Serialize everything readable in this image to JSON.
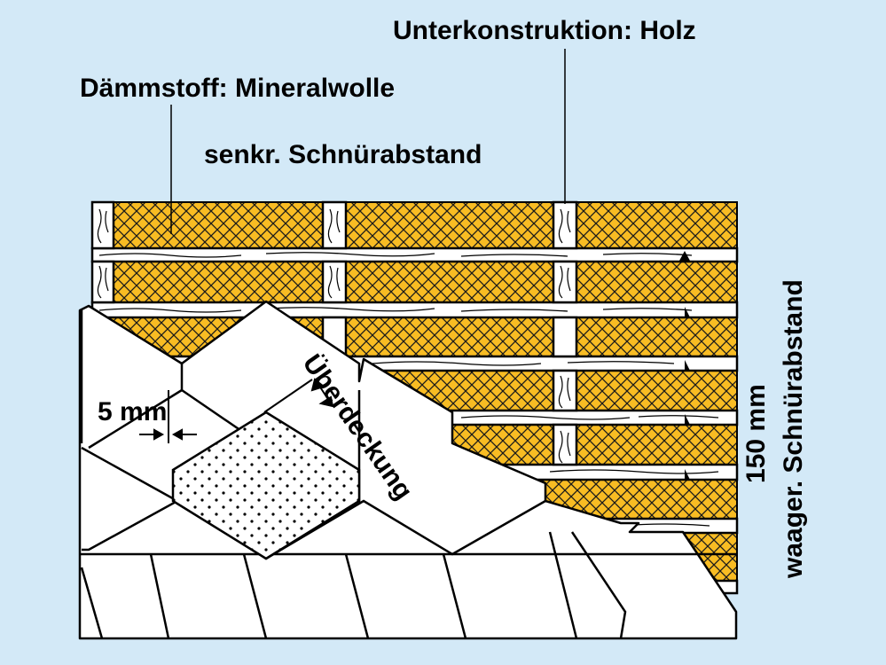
{
  "diagram": {
    "title": "Rhombus-shaped facade panels on wooden substructure with mineral wool insulation",
    "background_color": "#d3e9f7",
    "insulation_color": "#f8bc23",
    "labels": {
      "substructure": "Unterkonstruktion: Holz",
      "insulation": "Dämmstoff: Mineralwolle",
      "vertical_spacing": "senkr. Schnürabstand",
      "horizontal_spacing": "waager. Schnürabstand",
      "horizontal_spacing_value": "150 mm",
      "gap": "5 mm",
      "overlap": "Überdeckung"
    },
    "components": [
      {
        "name": "Unterkonstruktion",
        "material": "Holz"
      },
      {
        "name": "Dämmstoff",
        "material": "Mineralwolle"
      },
      {
        "name": "Fassadenplatten",
        "shape": "Rhombus"
      }
    ]
  }
}
